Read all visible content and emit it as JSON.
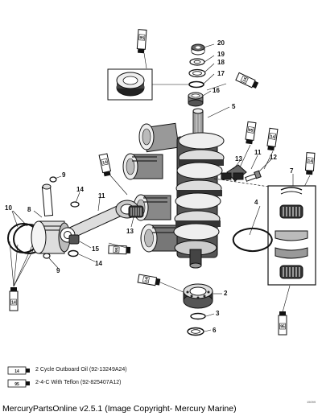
{
  "callouts": {
    "n20": "20",
    "n19": "19",
    "n18": "18",
    "n17": "17",
    "n16": "16",
    "n5": "5",
    "n13a": "13",
    "n11a": "11",
    "n12": "12",
    "n7": "7",
    "n4": "4",
    "n9a": "9",
    "n14a": "14",
    "n11b": "11",
    "n8": "8",
    "n10": "10",
    "n13b": "13",
    "n15": "15",
    "n14b": "14",
    "n9b": "9",
    "n2": "2",
    "n3": "3",
    "n6": "6"
  },
  "tube_labels": {
    "code14": "14",
    "code95": "95"
  },
  "legend": [
    {
      "code": "14",
      "text": "2 Cycle Outboard Oil (92-13249A24)"
    },
    {
      "code": "95",
      "text": "2-4-C With Teflon (92-825407A12)"
    }
  ],
  "footer": "MercuryPartsOnline v2.5.1 (Image Copyright- Mercury Marine)",
  "part_ref": "15099"
}
